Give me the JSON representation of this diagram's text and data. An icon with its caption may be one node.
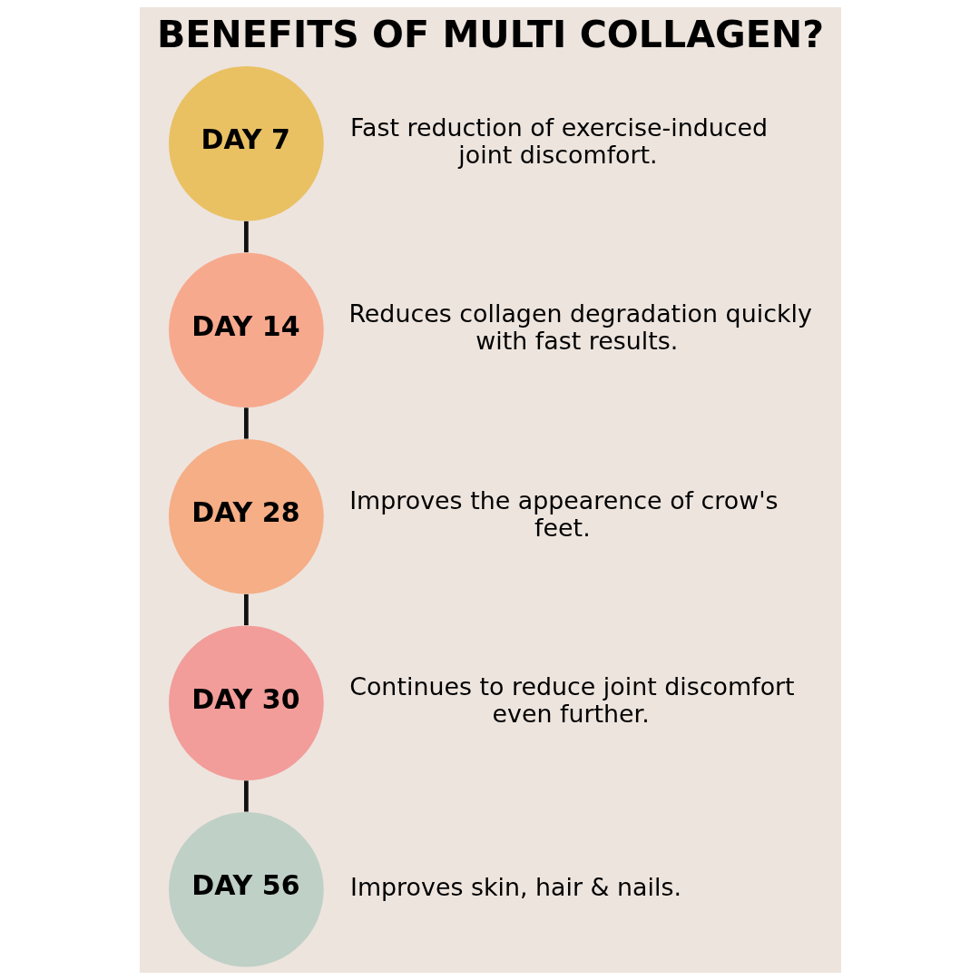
{
  "diagram": {
    "title": "BENEFITS OF MULTI COLLAGEN?",
    "nodes": [
      {
        "text": [
          "DAY 7"
        ],
        "beside": [
          "Fast reduction of exercise-induced joint discomfort."
        ]
      },
      {
        "text": [
          "DAY 14"
        ],
        "beside": [
          "Reduces collagen degradation quickly with fast results."
        ]
      },
      {
        "text": [
          "DAY 28"
        ],
        "beside": [
          "Improves the appearence of crow's feet."
        ]
      },
      {
        "text": [
          "DAY 30"
        ],
        "beside": [
          "Continues to reduce joint discomfort even further."
        ]
      },
      {
        "text": [
          "DAY 56"
        ],
        "beside": [
          "Improves skin, hair & nails."
        ]
      }
    ],
    "edges": [
      {
        "from": 0,
        "to": 1,
        "arrow": "none"
      },
      {
        "from": 1,
        "to": 2,
        "arrow": "none"
      },
      {
        "from": 2,
        "to": 3,
        "arrow": "none"
      },
      {
        "from": 3,
        "to": 4,
        "arrow": "none"
      }
    ]
  }
}
